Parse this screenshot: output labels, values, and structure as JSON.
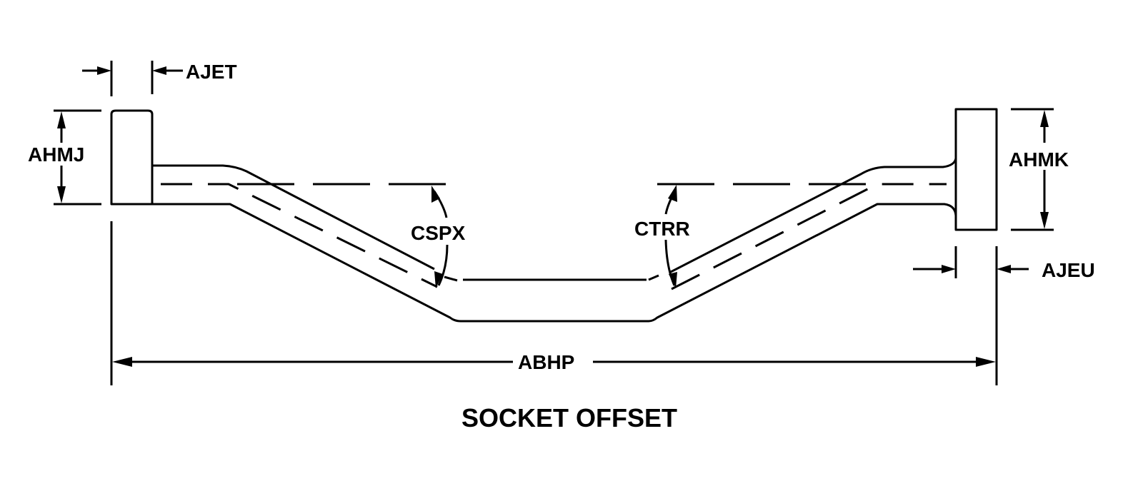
{
  "title": "SOCKET OFFSET",
  "dimensions": {
    "ajet": "AJET",
    "ahmj": "AHMJ",
    "cspx": "CSPX",
    "ctrr": "CTRR",
    "ahmk": "AHMK",
    "ajeu": "AJEU",
    "abhp": "ABHP"
  }
}
